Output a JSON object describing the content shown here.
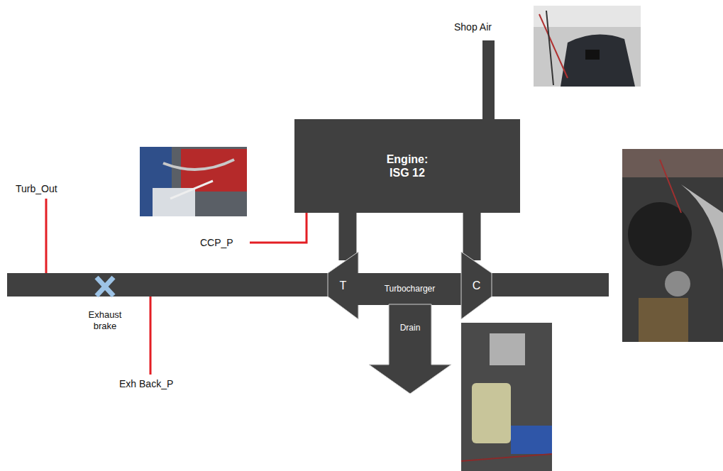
{
  "diagram": {
    "nodes": [
      {
        "text": [
          "Engine: ISG 12"
        ]
      },
      {
        "text": [
          "T"
        ]
      },
      {
        "text": [
          "Turbocharger"
        ]
      },
      {
        "text": [
          "C"
        ]
      },
      {
        "text": [
          "Drain"
        ]
      }
    ],
    "edges": [
      {
        "from": 0,
        "to": 1,
        "arrow": "none"
      },
      {
        "from": 0,
        "to": 3,
        "arrow": "none"
      }
    ],
    "labels": [
      "Shop Air",
      "CCP_P",
      "Turb_Out",
      "Exhaust brake",
      "Exh Back_P"
    ]
  }
}
